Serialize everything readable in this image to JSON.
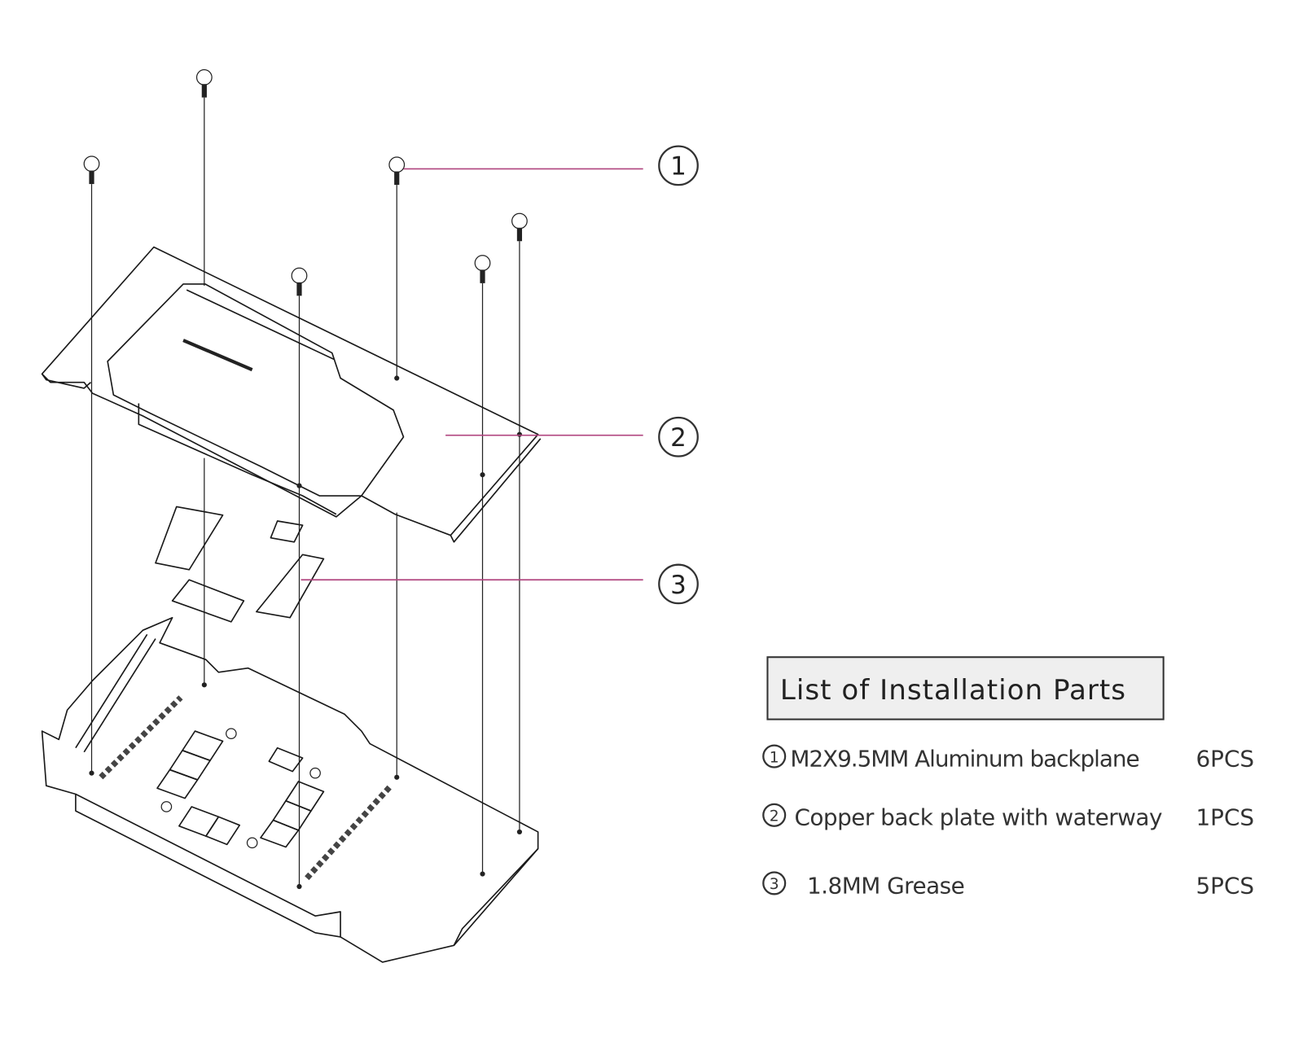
{
  "callouts": {
    "c1": "1",
    "c2": "2",
    "c3": "3"
  },
  "parts_list": {
    "title": "List of Installation Parts",
    "items": [
      {
        "num": "1",
        "description": "M2X9.5MM  Aluminum backplane",
        "qty": "6PCS"
      },
      {
        "num": "2",
        "description": "Copper back plate with waterway",
        "qty": "1PCS"
      },
      {
        "num": "3",
        "description": "1.8MM Grease",
        "qty": "5PCS"
      }
    ]
  },
  "colors": {
    "leader": "#b0457f",
    "line": "#1a1a1a",
    "title_box": "#efefef"
  }
}
